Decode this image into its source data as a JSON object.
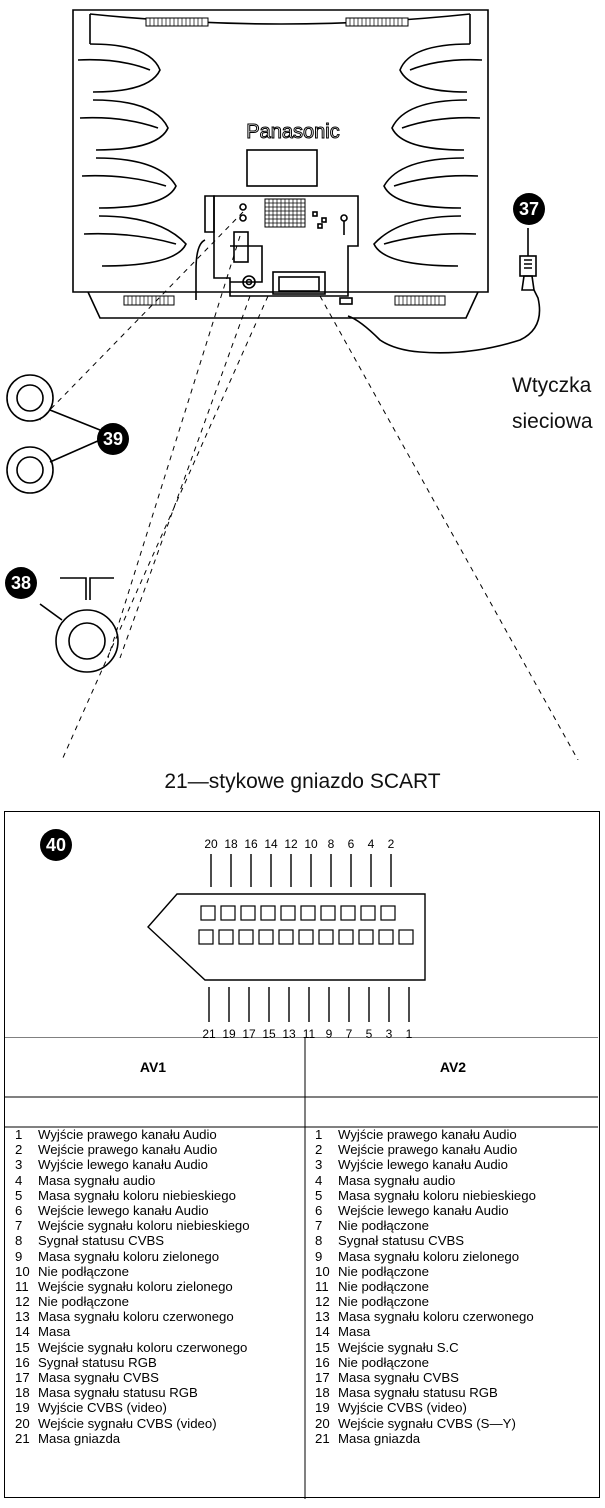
{
  "tv": {
    "brand": "Panasonic"
  },
  "callouts": {
    "mains_plug": "37",
    "rca_jacks": "39",
    "aerial_socket": "38",
    "scart_connector": "40"
  },
  "mains_plug_label": [
    "Wtyczka",
    "sieciowa"
  ],
  "scart": {
    "title": "21—stykowe gniazdo SCART",
    "top_pins": [
      "20",
      "18",
      "16",
      "14",
      "12",
      "10",
      "8",
      "6",
      "4",
      "2"
    ],
    "bottom_pins": [
      "21",
      "19",
      "17",
      "15",
      "13",
      "11",
      "9",
      "7",
      "5",
      "3",
      "1"
    ]
  },
  "av1": {
    "header": "AV1",
    "pins": [
      {
        "n": "1",
        "t": "Wyjście prawego kanału Audio"
      },
      {
        "n": "2",
        "t": "Wejście prawego kanału Audio"
      },
      {
        "n": "3",
        "t": "Wyjście lewego kanału Audio"
      },
      {
        "n": "4",
        "t": "Masa sygnału audio"
      },
      {
        "n": "5",
        "t": "Masa sygnału koloru niebieskiego"
      },
      {
        "n": "6",
        "t": "Wejście lewego kanału Audio"
      },
      {
        "n": "7",
        "t": "Wejście sygnału koloru niebieskiego"
      },
      {
        "n": "8",
        "t": "Sygnał statusu CVBS"
      },
      {
        "n": "9",
        "t": "Masa sygnału koloru zielonego"
      },
      {
        "n": "10",
        "t": "Nie podłączone"
      },
      {
        "n": "11",
        "t": "Wejście sygnału koloru zielonego"
      },
      {
        "n": "12",
        "t": "Nie podłączone"
      },
      {
        "n": "13",
        "t": "Masa sygnału koloru czerwonego"
      },
      {
        "n": "14",
        "t": "Masa"
      },
      {
        "n": "15",
        "t": "Wejście sygnału koloru czerwonego"
      },
      {
        "n": "16",
        "t": "Sygnał statusu RGB"
      },
      {
        "n": "17",
        "t": "Masa sygnału CVBS"
      },
      {
        "n": "18",
        "t": "Masa sygnału statusu RGB"
      },
      {
        "n": "19",
        "t": "Wyjście CVBS (video)"
      },
      {
        "n": "20",
        "t": "Wejście sygnału CVBS (video)"
      },
      {
        "n": "21",
        "t": "Masa gniazda"
      }
    ]
  },
  "av2": {
    "header": "AV2",
    "pins": [
      {
        "n": "1",
        "t": "Wyjście prawego kanału Audio"
      },
      {
        "n": "2",
        "t": "Wejście prawego kanału Audio"
      },
      {
        "n": "3",
        "t": "Wyjście lewego kanału Audio"
      },
      {
        "n": "4",
        "t": "Masa sygnału audio"
      },
      {
        "n": "5",
        "t": "Masa sygnału koloru niebieskiego"
      },
      {
        "n": "6",
        "t": "Wejście lewego kanału Audio"
      },
      {
        "n": "7",
        "t": "Nie podłączone"
      },
      {
        "n": "8",
        "t": "Sygnał statusu CVBS"
      },
      {
        "n": "9",
        "t": "Masa sygnału koloru zielonego"
      },
      {
        "n": "10",
        "t": "Nie podłączone"
      },
      {
        "n": "11",
        "t": "Nie podłączone"
      },
      {
        "n": "12",
        "t": "Nie podłączone"
      },
      {
        "n": "13",
        "t": "Masa sygnału koloru czerwonego"
      },
      {
        "n": "14",
        "t": "Masa"
      },
      {
        "n": "15",
        "t": "Wejście sygnału S.C"
      },
      {
        "n": "16",
        "t": "Nie podłączone"
      },
      {
        "n": "17",
        "t": "Masa sygnału CVBS"
      },
      {
        "n": "18",
        "t": "Masa sygnału statusu RGB"
      },
      {
        "n": "19",
        "t": "Wyjście CVBS (video)"
      },
      {
        "n": "20",
        "t": "Wejście sygnału CVBS (S—Y)"
      },
      {
        "n": "21",
        "t": "Masa gniazda"
      }
    ]
  }
}
